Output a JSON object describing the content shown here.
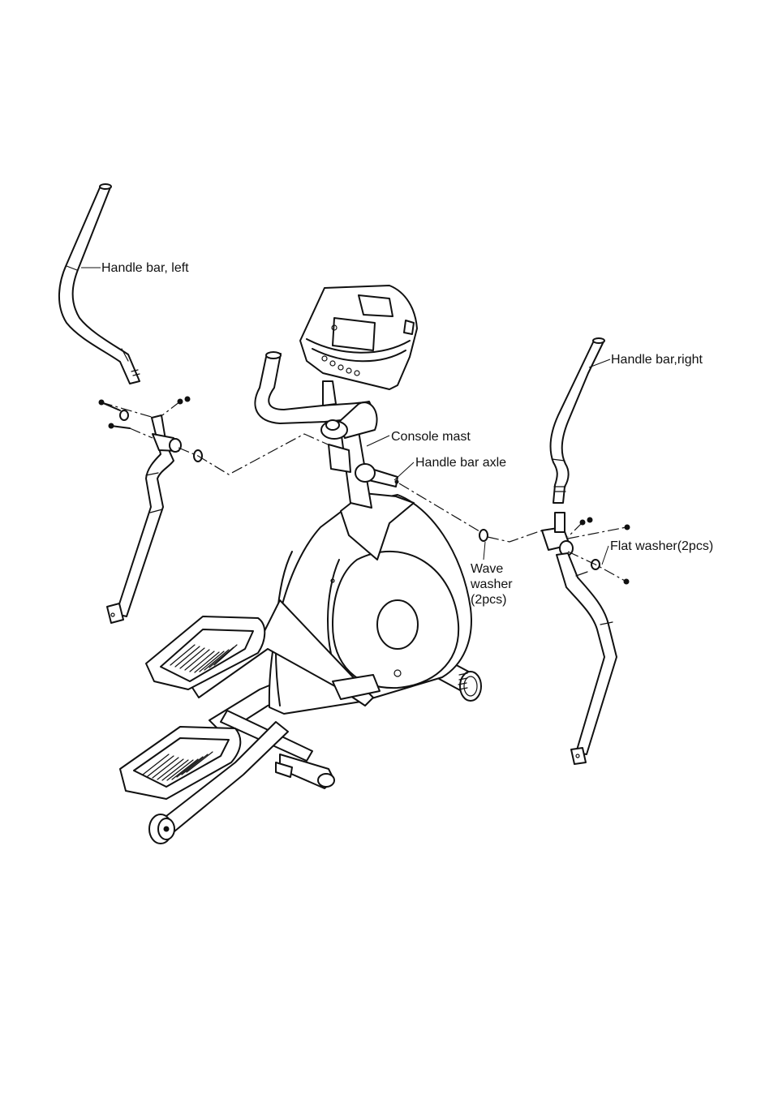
{
  "labels": {
    "handle_bar_left": "Handle bar, left",
    "handle_bar_right": "Handle bar,right",
    "console_mast": "Console mast",
    "handle_bar_axle": "Handle bar axle",
    "flat_washer": "Flat washer(2pcs)",
    "wave_washer_line1": "Wave",
    "wave_washer_line2": "washer",
    "wave_washer_line3": "(2pcs)"
  }
}
